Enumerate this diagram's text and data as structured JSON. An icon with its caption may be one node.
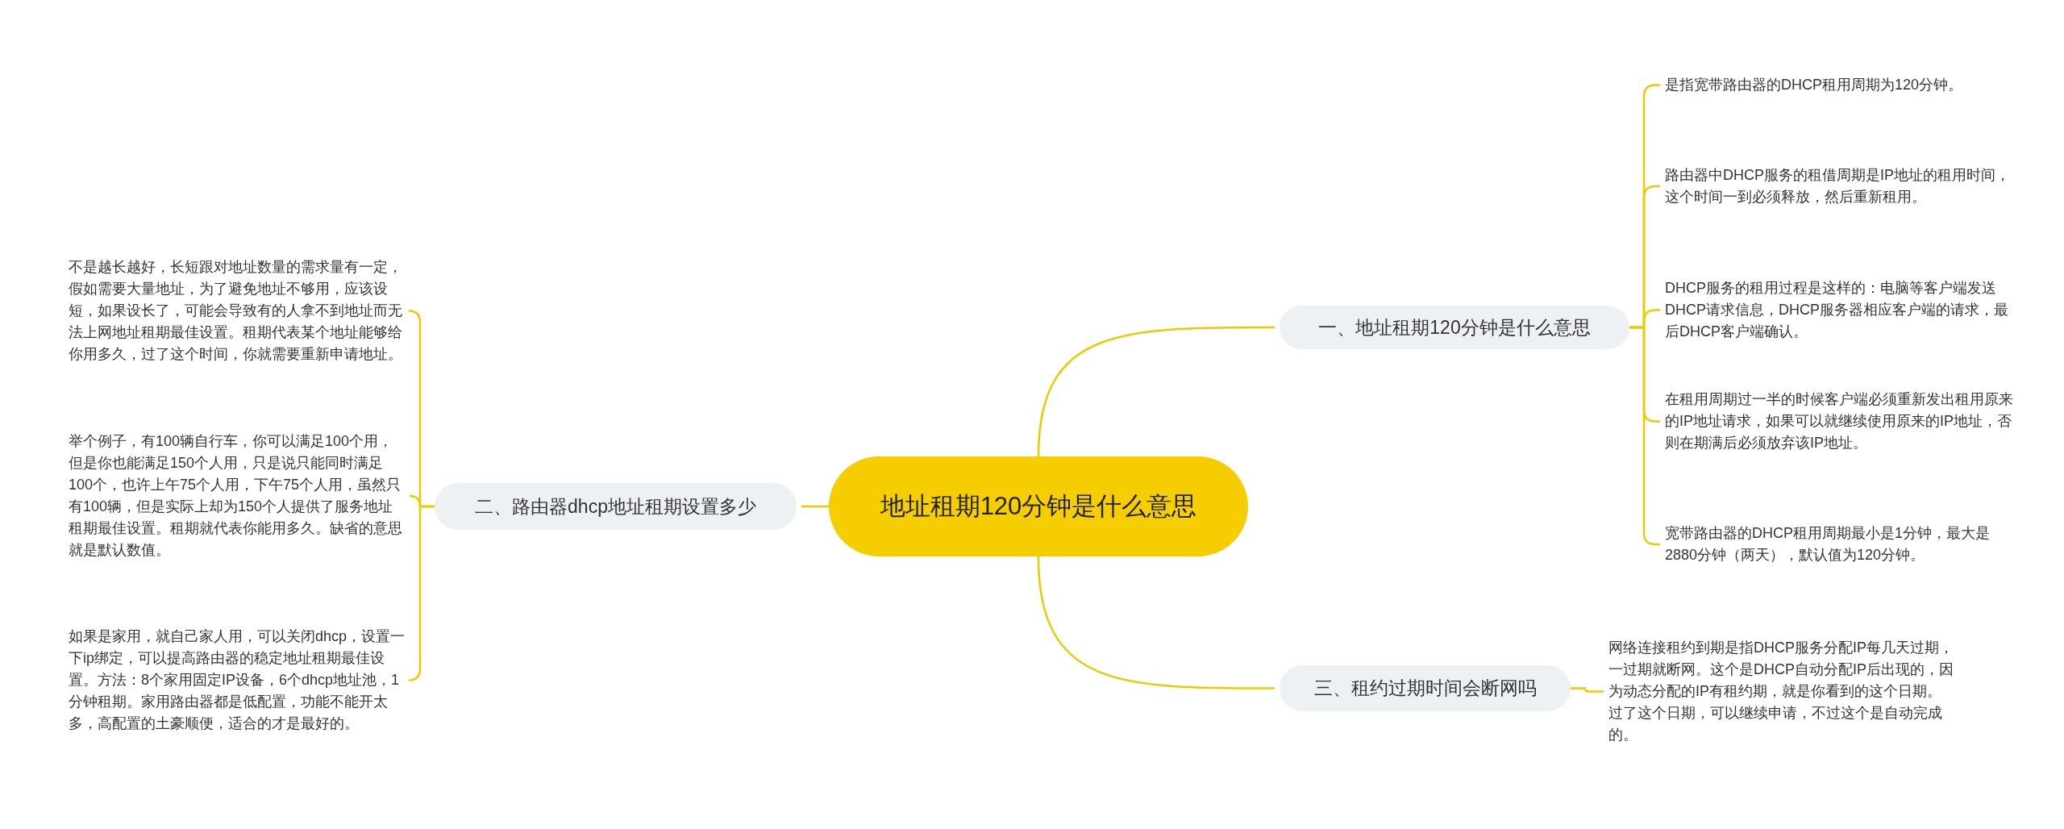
{
  "diagram": {
    "nodes": [
      {
        "text": [
          "地址租期120分钟是什么意思"
        ]
      },
      {
        "text": [
          "一、地址租期120分钟是什么意思"
        ]
      },
      {
        "text": [
          "是指宽带路由器的DHCP租用周期为120分钟。"
        ]
      },
      {
        "text": [
          "路由器中DHCP服务的租借周期是IP地址的租用时间，这个时间一到必须释放，然后重新租用。"
        ]
      },
      {
        "text": [
          "DHCP服务的租用过程是这样的：电脑等客户端发送DHCP请求信息，DHCP服务器相应客户端的请求，最后DHCP客户端确认。"
        ]
      },
      {
        "text": [
          "在租用周期过一半的时候客户端必须重新发出租用原来的IP地址请求，如果可以就继续使用原来的IP地址，否则在期满后必须放弃该IP地址。"
        ]
      },
      {
        "text": [
          "宽带路由器的DHCP租用周期最小是1分钟，最大是2880分钟（两天），默认值为120分钟。"
        ]
      },
      {
        "text": [
          "二、路由器dhcp地址租期设置多少"
        ]
      },
      {
        "text": [
          "不是越长越好，长短跟对地址数量的需求量有一定，假如需要大量地址，为了避免地址不够用，应该设短，如果设长了，可能会导致有的人拿不到地址而无法上网地址租期最佳设置。租期代表某个地址能够给你用多久，过了这个时间，你就需要重新申请地址。"
        ]
      },
      {
        "text": [
          "举个例子，有100辆自行车，你可以满足100个用，但是你也能满足150个人用，只是说只能同时满足100个，也许上午75个人用，下午75个人用，虽然只有100辆，但是实际上却为150个人提供了服务地址租期最佳设置。租期就代表你能用多久。缺省的意思就是默认数值。"
        ]
      },
      {
        "text": [
          "如果是家用，就自己家人用，可以关闭dhcp，设置一下ip绑定，可以提高路由器的稳定地址租期最佳设置。方法：8个家用固定IP设备，6个dhcp地址池，1分钟租期。家用路由器都是低配置，功能不能开太多，高配置的土豪顺便，适合的才是最好的。"
        ]
      },
      {
        "text": [
          "三、租约过期时间会断网吗"
        ]
      },
      {
        "text": [
          "网络连接租约到期是指DHCP服务分配IP每几天过期，一过期就断网。这个是DHCP自动分配IP后出现的，因为动态分配的IP有租约期，就是你看到的这个日期。过了这个日期，可以继续申请，不过这个是自动完成的。"
        ]
      }
    ],
    "edges": [
      {
        "from": 0,
        "to": 1,
        "arrow": "none"
      },
      {
        "from": 1,
        "to": 2,
        "arrow": "none"
      },
      {
        "from": 1,
        "to": 3,
        "arrow": "none"
      },
      {
        "from": 1,
        "to": 4,
        "arrow": "none"
      },
      {
        "from": 1,
        "to": 5,
        "arrow": "none"
      },
      {
        "from": 1,
        "to": 6,
        "arrow": "none"
      },
      {
        "from": 0,
        "to": 7,
        "arrow": "none"
      },
      {
        "from": 7,
        "to": 8,
        "arrow": "none"
      },
      {
        "from": 7,
        "to": 9,
        "arrow": "none"
      },
      {
        "from": 7,
        "to": 10,
        "arrow": "none"
      },
      {
        "from": 0,
        "to": 11,
        "arrow": "none"
      },
      {
        "from": 11,
        "to": 12,
        "arrow": "none"
      }
    ]
  }
}
